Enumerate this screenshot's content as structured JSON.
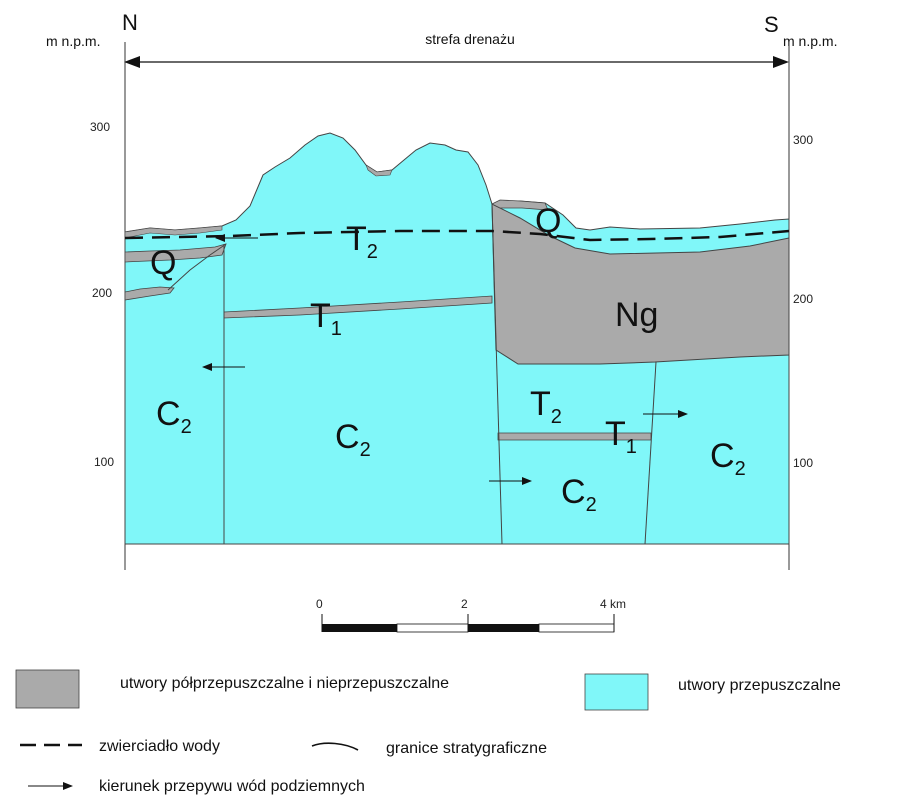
{
  "header": {
    "north": "N",
    "south": "S",
    "unit_left": "m n.p.m.",
    "unit_right": "m n.p.m.",
    "zone_label": "strefa drenażu"
  },
  "axis": {
    "left_ticks": [
      "300",
      "200",
      "100"
    ],
    "right_ticks": [
      "300",
      "200",
      "100"
    ]
  },
  "units": {
    "Q": "Q",
    "T": "T",
    "C": "C",
    "Ng": "Ng",
    "sub1": "1",
    "sub2": "2"
  },
  "scale_bar": {
    "labels": [
      "0",
      "2",
      "4 km"
    ]
  },
  "legend": {
    "impermeable": "utwory półprzepuszczalne i nieprzepuszczalne",
    "permeable": "utwory przepuszczalne",
    "water_table": "zwierciadło wody",
    "strat_boundary": "granice stratygraficzne",
    "flow_direction": "kierunek przepywu wód podziemnych"
  },
  "colors": {
    "permeable": "#80f7f9",
    "impermeable": "#aaaaaa",
    "outline": "#555555"
  }
}
